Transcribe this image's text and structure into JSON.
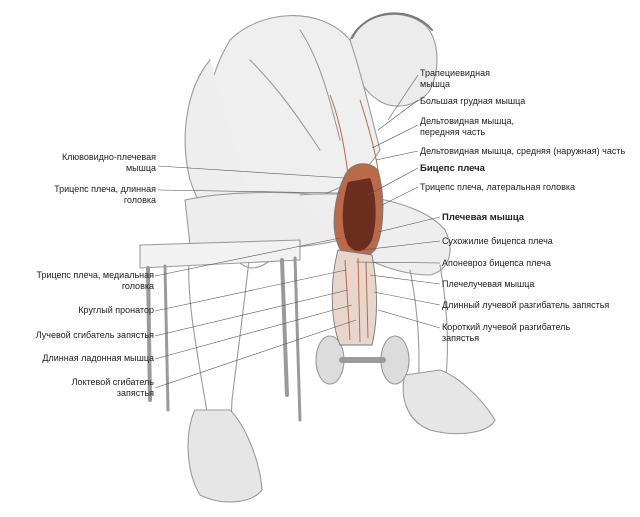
{
  "labels_right": [
    {
      "id": "trapezius",
      "lines": [
        "Трапециевидная",
        "мышца"
      ],
      "bold": false
    },
    {
      "id": "pectoralis-major",
      "lines": [
        "Большая грудная мышца"
      ],
      "bold": false
    },
    {
      "id": "deltoid-anterior",
      "lines": [
        "Дельтовидная мышца,",
        "передняя часть"
      ],
      "bold": false
    },
    {
      "id": "deltoid-middle",
      "lines": [
        "Дельтовидная мышца, средняя (наружная) часть"
      ],
      "bold": false
    },
    {
      "id": "biceps",
      "lines": [
        "Бицепс плеча"
      ],
      "bold": true
    },
    {
      "id": "triceps-lateral",
      "lines": [
        "Трицепс плеча, латеральная головка"
      ],
      "bold": false
    },
    {
      "id": "brachialis",
      "lines": [
        "Плечевая мышца"
      ],
      "bold": true
    },
    {
      "id": "biceps-tendon",
      "lines": [
        "Сухожилие бицепса плеча"
      ],
      "bold": false
    },
    {
      "id": "bicipital-aponeurosis",
      "lines": [
        "Апоневроз бицепса плеча"
      ],
      "bold": false
    },
    {
      "id": "brachioradialis",
      "lines": [
        "Плечелучевая мышца"
      ],
      "bold": false
    },
    {
      "id": "ext-carpi-rad-longus",
      "lines": [
        "Длинный лучевой разгибатель запястья"
      ],
      "bold": false
    },
    {
      "id": "ext-carpi-rad-brevis",
      "lines": [
        "Короткий лучевой разгибатель",
        "запястья"
      ],
      "bold": false
    }
  ],
  "labels_left": [
    {
      "id": "coracobrachialis",
      "lines": [
        "Клювовидно-плечевая",
        "мышца"
      ],
      "bold": false
    },
    {
      "id": "triceps-long",
      "lines": [
        "Трицепс плеча, длинная",
        "головка"
      ],
      "bold": false
    },
    {
      "id": "triceps-medial",
      "lines": [
        "Трицепс плеча, медиальная",
        "головка"
      ],
      "bold": false
    },
    {
      "id": "pronator-teres",
      "lines": [
        "Круглый пронатор"
      ],
      "bold": false
    },
    {
      "id": "flexor-carpi-radialis",
      "lines": [
        "Лучевой сгибатель запястья"
      ],
      "bold": false
    },
    {
      "id": "palmaris-longus",
      "lines": [
        "Длинная ладонная мышца"
      ],
      "bold": false
    },
    {
      "id": "flexor-carpi-ulnaris",
      "lines": [
        "Локтевой сгибатель",
        "запястья"
      ],
      "bold": false
    }
  ],
  "colors": {
    "ink": "#222222",
    "sketch": "#9a9a9a",
    "muscle": "#6b2e1e",
    "muscle_light": "#b86a4a",
    "leader": "#555555"
  }
}
